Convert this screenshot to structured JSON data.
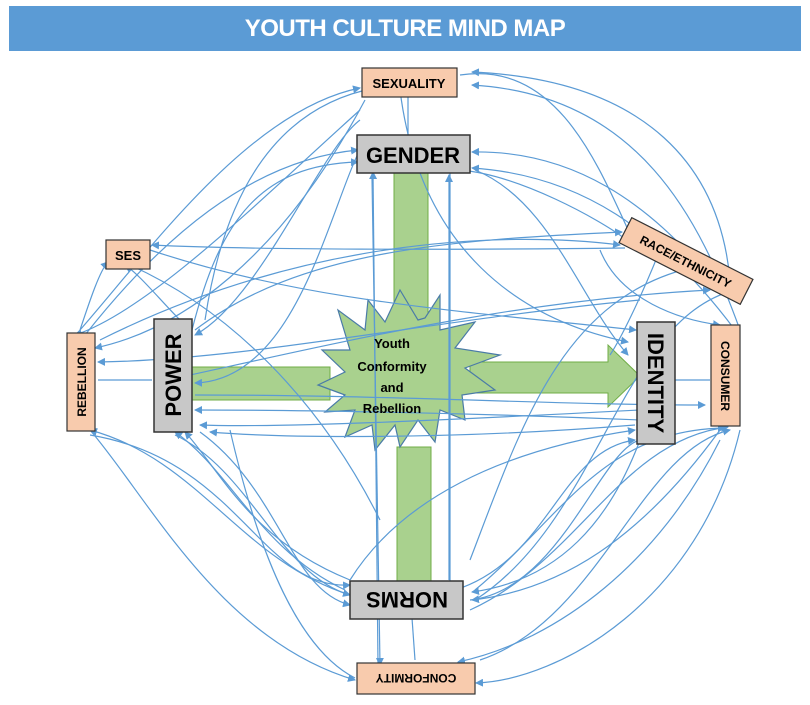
{
  "title": "YOUTH CULTURE MIND MAP",
  "colors": {
    "title_bg": "#5b9bd5",
    "title_text": "#ffffff",
    "primary_node_fill": "#c8c8c8",
    "secondary_node_fill": "#f8cbad",
    "green_fill": "#a9d18e",
    "green_stroke": "#70ad47",
    "connector": "#5b9bd5"
  },
  "center": {
    "line1": "Youth",
    "line2": "Conformity",
    "line3": "and",
    "line4": "Rebellion"
  },
  "primary_nodes": {
    "gender": "GENDER",
    "power": "POWER",
    "identity": "IDENTITY",
    "norms": "NORMS"
  },
  "secondary_nodes": {
    "sexuality": "SEXUALITY",
    "ses": "SES",
    "rebellion": "REBELLION",
    "race_ethnicity": "RACE/ETHNICITY",
    "consumer": "CONSUMER",
    "conformity": "CONFORMITY"
  }
}
